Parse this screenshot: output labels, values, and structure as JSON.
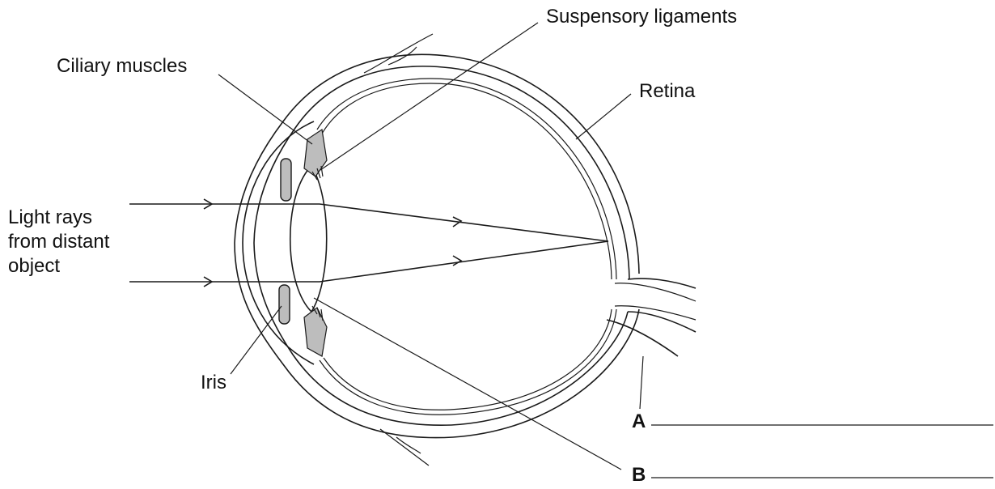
{
  "labels": {
    "suspensory_ligaments": "Suspensory ligaments",
    "ciliary_muscles": "Ciliary muscles",
    "retina": "Retina",
    "light_rays_line1": "Light rays",
    "light_rays_line2": "from distant",
    "light_rays_line3": "object",
    "iris": "Iris",
    "a": "A",
    "b": "B"
  },
  "colors": {
    "stroke": "#1a1a1a",
    "shade": "#bdbdbd"
  }
}
